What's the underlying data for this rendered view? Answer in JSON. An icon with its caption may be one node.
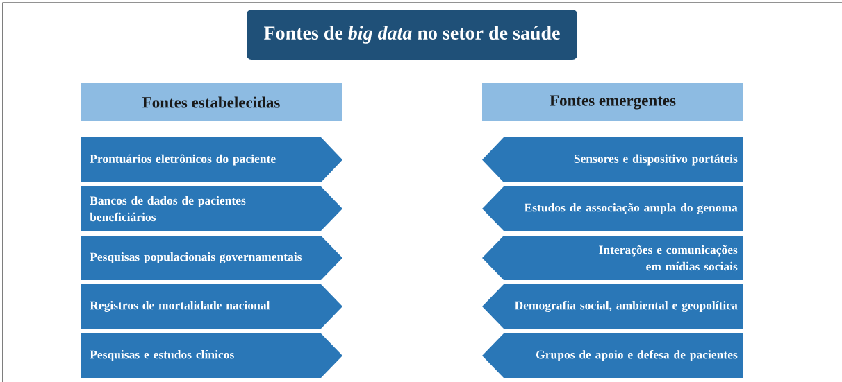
{
  "diagram": {
    "nodes": [
      {
        "text": [
          "Fontes de *big data* no setor de saúde"
        ]
      },
      {
        "text": [
          "Fontes estabelecidas"
        ]
      },
      {
        "text": [
          "Fontes emergentes"
        ]
      },
      {
        "text": [
          "Prontuários eletrônicos do paciente"
        ]
      },
      {
        "text": [
          "Bancos de dados de pacientes beneficiários"
        ]
      },
      {
        "text": [
          "Pesquisas populacionais governamentais"
        ]
      },
      {
        "text": [
          "Registros de mortalidade nacional"
        ]
      },
      {
        "text": [
          "Pesquisas e estudos clínicos"
        ]
      },
      {
        "text": [
          "Sensores e dispositivo portáteis"
        ]
      },
      {
        "text": [
          "Estudos de associação ampla do genoma"
        ]
      },
      {
        "text": [
          "Interações e comunicações em mídias sociais"
        ]
      },
      {
        "text": [
          "Demografia social, ambiental e geopolítica"
        ]
      },
      {
        "text": [
          "Grupos de apoio e defesa de pacientes"
        ]
      }
    ]
  }
}
